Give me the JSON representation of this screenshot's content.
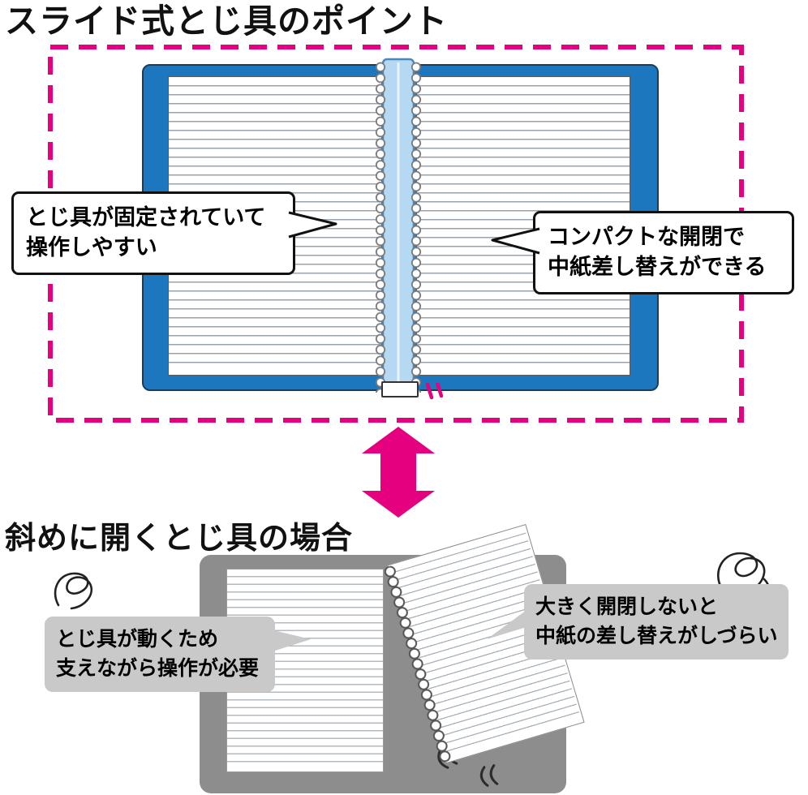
{
  "top_section": {
    "title": "スライド式とじ具のポイント",
    "bubble_left": {
      "line1": "とじ具が固定されていて",
      "line2": "操作しやすい"
    },
    "bubble_right": {
      "line1": "コンパクトな開閉で",
      "line2": "中紙差し替えができる"
    }
  },
  "bottom_section": {
    "title": "斜めに開くとじ具の場合",
    "bubble_left": {
      "line1": "とじ具が動くため",
      "line2": "支えながら操作が必要"
    },
    "bubble_right": {
      "line1": "大きく開閉しないと",
      "line2": "中紙の差し替えがしづらい"
    }
  },
  "colors": {
    "accent_pink": "#e4007f",
    "cover_blue": "#1c77be",
    "binding_blue": "#b5d9f2",
    "binder_gray": "#8d8d8d",
    "bubble_gray": "#c9c9c9"
  }
}
